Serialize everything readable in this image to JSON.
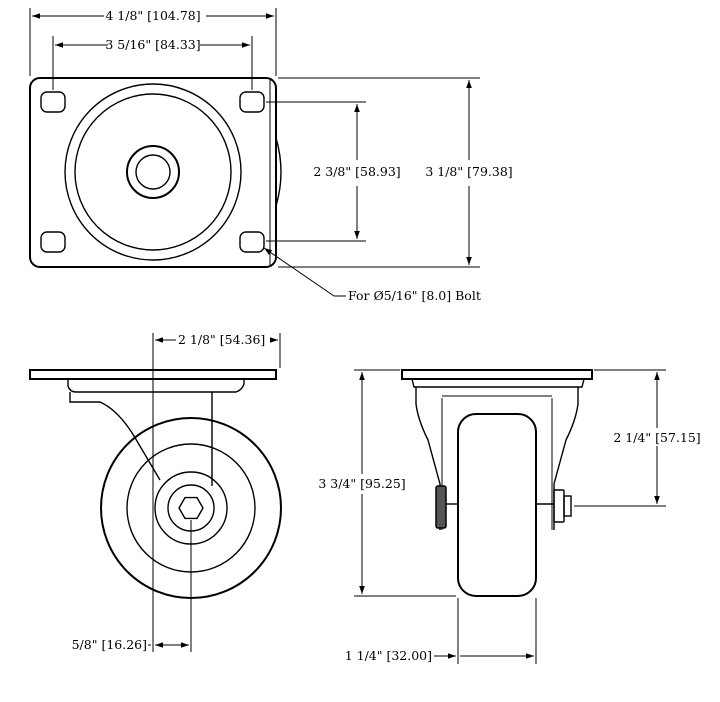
{
  "drawing": {
    "dimensions": {
      "plate_overall_width": "4 1/8\" [104.78]",
      "plate_hole_spacing_width": "3 5/16\" [84.33]",
      "plate_hole_spacing_height": "2 3/8\" [58.93]",
      "plate_overall_height": "3 1/8\" [79.38]",
      "bolt_callout": "For Ø5/16\" [8.0] Bolt",
      "swivel_offset": "2 1/8\" [54.36]",
      "axle_offset": "5/8\" [16.26]",
      "overall_height": "3 3/4\" [95.25]",
      "axle_to_plate": "2 1/4\" [57.15]",
      "wheel_width": "1 1/4\" [32.00]"
    }
  }
}
